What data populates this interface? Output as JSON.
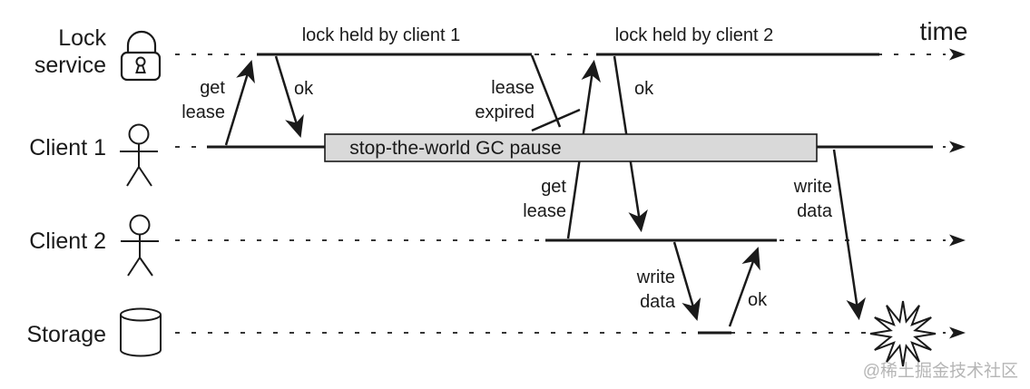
{
  "colors": {
    "ink": "#1a1a1a",
    "gc_fill": "#d9d9d9",
    "watermark": "#b5b5b5",
    "bg": "#ffffff"
  },
  "lanes": {
    "lock_service": [
      "Lock",
      "service"
    ],
    "client1": "Client 1",
    "client2": "Client 2",
    "storage": "Storage"
  },
  "annotations": {
    "lock_held_by_client1": "lock held by client 1",
    "lock_held_by_client2": "lock held by client 2",
    "time_axis": "time",
    "gc_pause": "stop-the-world GC pause",
    "get_lease_client1": [
      "get",
      "lease"
    ],
    "ok_lock_to_client1": "ok",
    "lease_expired": [
      "lease",
      "expired"
    ],
    "get_lease_client2": [
      "get",
      "lease"
    ],
    "ok_lock_to_client2": "ok",
    "write_data_client2": [
      "write",
      "data"
    ],
    "ok_storage_to_client2": "ok",
    "write_data_client1": [
      "write",
      "data"
    ]
  },
  "watermark": "@稀土掘金技术社区"
}
